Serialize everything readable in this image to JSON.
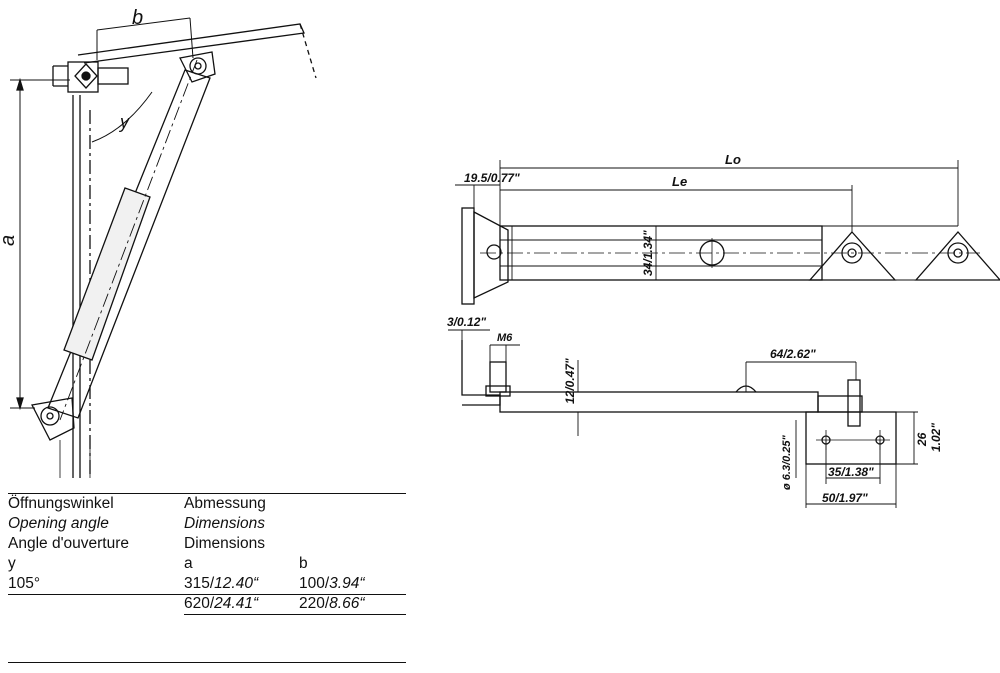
{
  "drawing": {
    "side_view": {
      "dim_b": "b",
      "dim_a": "a",
      "angle": "y"
    },
    "top_view": {
      "lo": "Lo",
      "le": "Le",
      "offset": "19.5/0.77\"",
      "width": "34/1.34\""
    },
    "front_view": {
      "thickness": "3/0.12\"",
      "thread": "M6",
      "height": "12/0.47\"",
      "length": "64/2.62\"",
      "hole": "ø 6.3/0.25\"",
      "spacing": "35/1.38\"",
      "bracket_width": "50/1.97\"",
      "bracket_height_a": "26",
      "bracket_height_b": "1.02\""
    }
  },
  "table": {
    "header": {
      "col1": [
        "Öffnungswinkel",
        "Opening angle",
        "Angle d'ouverture",
        "y"
      ],
      "col2": [
        "Abmessung",
        "Dimensions",
        "Dimensions",
        "a"
      ],
      "col3": [
        "b"
      ]
    },
    "rows": [
      {
        "angle": "105°",
        "a_metric": "315/",
        "a_inch": "12.40“",
        "b_metric": "100/",
        "b_inch": "3.94“"
      },
      {
        "angle": "",
        "a_metric": "620/",
        "a_inch": "24.41“",
        "b_metric": "220/",
        "b_inch": "8.66“"
      }
    ]
  }
}
